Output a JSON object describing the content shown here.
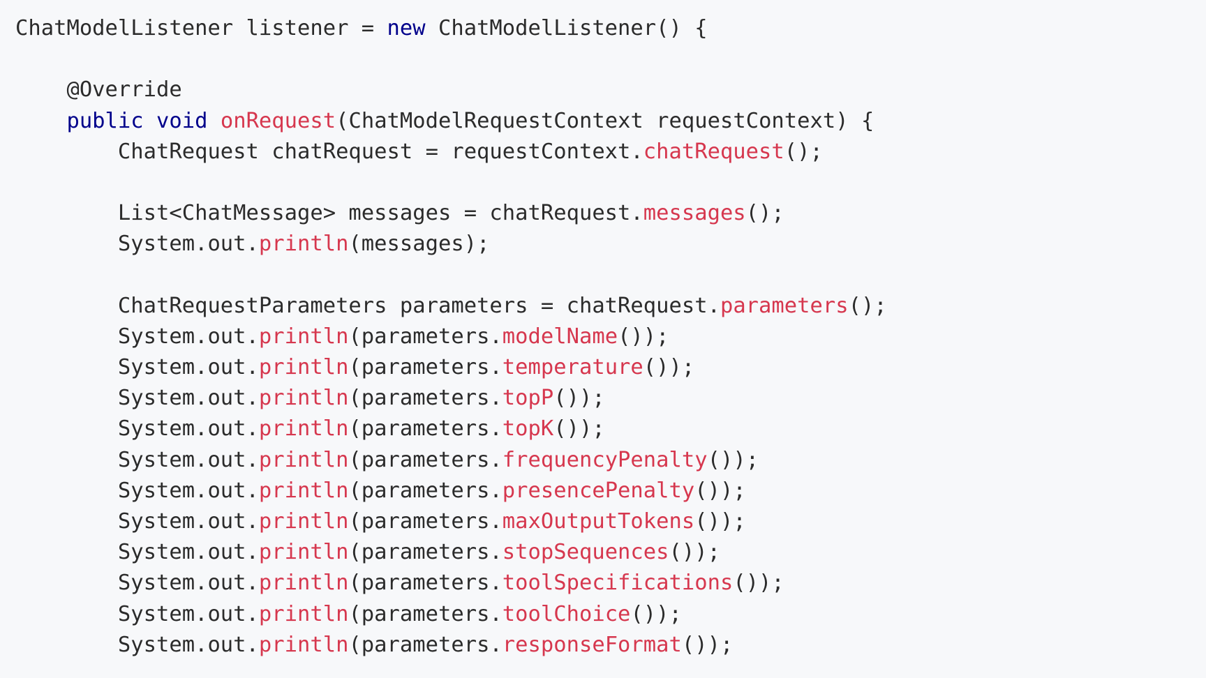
{
  "colors": {
    "background": "#f7f8fa",
    "plain": "#2b2b2b",
    "keyword": "#00008b",
    "method": "#d6374e"
  },
  "code": {
    "lines": [
      [
        {
          "t": "ChatModelListener listener = ",
          "k": "plain"
        },
        {
          "t": "new",
          "k": "keyword"
        },
        {
          "t": " ChatModelListener() {",
          "k": "plain"
        }
      ],
      [],
      [
        {
          "t": "    @Override",
          "k": "annotation"
        }
      ],
      [
        {
          "t": "    ",
          "k": "plain"
        },
        {
          "t": "public",
          "k": "keyword"
        },
        {
          "t": " ",
          "k": "plain"
        },
        {
          "t": "void",
          "k": "keyword"
        },
        {
          "t": " ",
          "k": "plain"
        },
        {
          "t": "onRequest",
          "k": "method"
        },
        {
          "t": "(ChatModelRequestContext requestContext) {",
          "k": "plain"
        }
      ],
      [
        {
          "t": "        ChatRequest chatRequest = requestContext.",
          "k": "plain"
        },
        {
          "t": "chatRequest",
          "k": "method"
        },
        {
          "t": "();",
          "k": "plain"
        }
      ],
      [],
      [
        {
          "t": "        List<ChatMessage> messages = chatRequest.",
          "k": "plain"
        },
        {
          "t": "messages",
          "k": "method"
        },
        {
          "t": "();",
          "k": "plain"
        }
      ],
      [
        {
          "t": "        System.out.",
          "k": "plain"
        },
        {
          "t": "println",
          "k": "method"
        },
        {
          "t": "(messages);",
          "k": "plain"
        }
      ],
      [],
      [
        {
          "t": "        ChatRequestParameters parameters = chatRequest.",
          "k": "plain"
        },
        {
          "t": "parameters",
          "k": "method"
        },
        {
          "t": "();",
          "k": "plain"
        }
      ],
      [
        {
          "t": "        System.out.",
          "k": "plain"
        },
        {
          "t": "println",
          "k": "method"
        },
        {
          "t": "(parameters.",
          "k": "plain"
        },
        {
          "t": "modelName",
          "k": "method"
        },
        {
          "t": "());",
          "k": "plain"
        }
      ],
      [
        {
          "t": "        System.out.",
          "k": "plain"
        },
        {
          "t": "println",
          "k": "method"
        },
        {
          "t": "(parameters.",
          "k": "plain"
        },
        {
          "t": "temperature",
          "k": "method"
        },
        {
          "t": "());",
          "k": "plain"
        }
      ],
      [
        {
          "t": "        System.out.",
          "k": "plain"
        },
        {
          "t": "println",
          "k": "method"
        },
        {
          "t": "(parameters.",
          "k": "plain"
        },
        {
          "t": "topP",
          "k": "method"
        },
        {
          "t": "());",
          "k": "plain"
        }
      ],
      [
        {
          "t": "        System.out.",
          "k": "plain"
        },
        {
          "t": "println",
          "k": "method"
        },
        {
          "t": "(parameters.",
          "k": "plain"
        },
        {
          "t": "topK",
          "k": "method"
        },
        {
          "t": "());",
          "k": "plain"
        }
      ],
      [
        {
          "t": "        System.out.",
          "k": "plain"
        },
        {
          "t": "println",
          "k": "method"
        },
        {
          "t": "(parameters.",
          "k": "plain"
        },
        {
          "t": "frequencyPenalty",
          "k": "method"
        },
        {
          "t": "());",
          "k": "plain"
        }
      ],
      [
        {
          "t": "        System.out.",
          "k": "plain"
        },
        {
          "t": "println",
          "k": "method"
        },
        {
          "t": "(parameters.",
          "k": "plain"
        },
        {
          "t": "presencePenalty",
          "k": "method"
        },
        {
          "t": "());",
          "k": "plain"
        }
      ],
      [
        {
          "t": "        System.out.",
          "k": "plain"
        },
        {
          "t": "println",
          "k": "method"
        },
        {
          "t": "(parameters.",
          "k": "plain"
        },
        {
          "t": "maxOutputTokens",
          "k": "method"
        },
        {
          "t": "());",
          "k": "plain"
        }
      ],
      [
        {
          "t": "        System.out.",
          "k": "plain"
        },
        {
          "t": "println",
          "k": "method"
        },
        {
          "t": "(parameters.",
          "k": "plain"
        },
        {
          "t": "stopSequences",
          "k": "method"
        },
        {
          "t": "());",
          "k": "plain"
        }
      ],
      [
        {
          "t": "        System.out.",
          "k": "plain"
        },
        {
          "t": "println",
          "k": "method"
        },
        {
          "t": "(parameters.",
          "k": "plain"
        },
        {
          "t": "toolSpecifications",
          "k": "method"
        },
        {
          "t": "());",
          "k": "plain"
        }
      ],
      [
        {
          "t": "        System.out.",
          "k": "plain"
        },
        {
          "t": "println",
          "k": "method"
        },
        {
          "t": "(parameters.",
          "k": "plain"
        },
        {
          "t": "toolChoice",
          "k": "method"
        },
        {
          "t": "());",
          "k": "plain"
        }
      ],
      [
        {
          "t": "        System.out.",
          "k": "plain"
        },
        {
          "t": "println",
          "k": "method"
        },
        {
          "t": "(parameters.",
          "k": "plain"
        },
        {
          "t": "responseFormat",
          "k": "method"
        },
        {
          "t": "());",
          "k": "plain"
        }
      ]
    ]
  }
}
